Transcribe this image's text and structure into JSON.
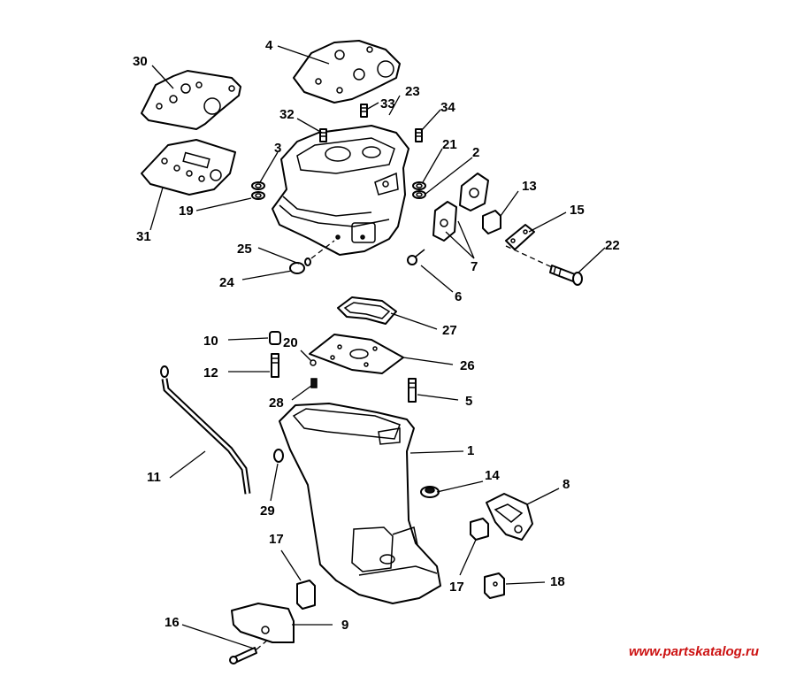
{
  "callouts": {
    "c1": "1",
    "c2": "2",
    "c3": "3",
    "c4": "4",
    "c5": "5",
    "c6": "6",
    "c7": "7",
    "c8": "8",
    "c9": "9",
    "c10": "10",
    "c11": "11",
    "c12": "12",
    "c13": "13",
    "c14": "14",
    "c15": "15",
    "c16": "16",
    "c17a": "17",
    "c17b": "17",
    "c18": "18",
    "c19": "19",
    "c20": "20",
    "c21": "21",
    "c22": "22",
    "c23": "23",
    "c24": "24",
    "c25": "25",
    "c26": "26",
    "c27": "27",
    "c28": "28",
    "c29": "29",
    "c30": "30",
    "c31": "31",
    "c32": "32",
    "c33": "33",
    "c34": "34"
  },
  "watermark": {
    "text": "www.partskatalog.ru",
    "color": "#cc1111"
  }
}
